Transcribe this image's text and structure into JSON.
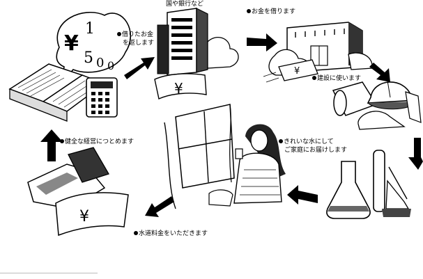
{
  "diagram": {
    "top_caption": "国や銀行など",
    "steps": [
      {
        "label_line1": "借りたお金",
        "label_line2": "を返します"
      },
      {
        "label_line1": "お金を借ります",
        "label_line2": ""
      },
      {
        "label_line1": "建設に使います",
        "label_line2": ""
      },
      {
        "label_line1": "きれいな水にして",
        "label_line2": "ご家庭にお届けします"
      },
      {
        "label_line1": "水道料金をいただきます",
        "label_line2": ""
      },
      {
        "label_line1": "健全な経営につとめます",
        "label_line2": ""
      }
    ],
    "speech_bubble": {
      "digits": [
        "¥",
        "1",
        "5",
        "0",
        "0"
      ]
    },
    "bill_mark": "¥"
  }
}
